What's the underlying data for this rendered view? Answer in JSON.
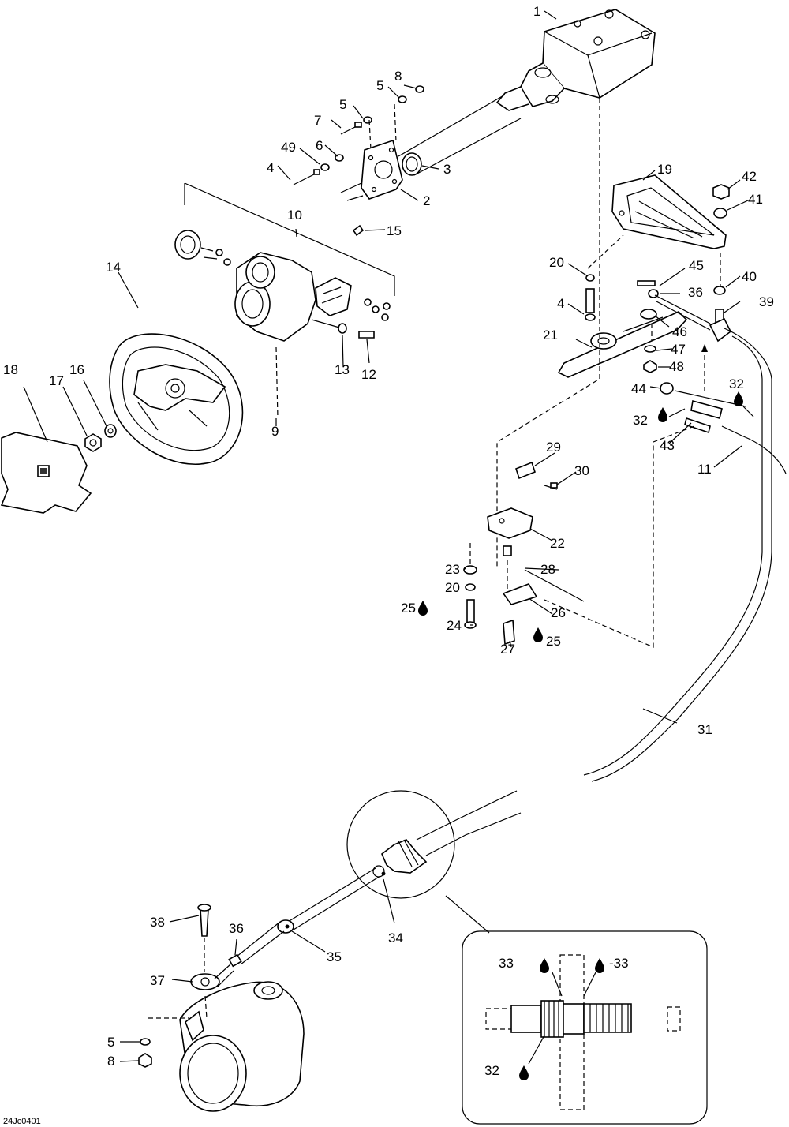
{
  "diagram_code": "24Jc0401",
  "parts": {
    "p1": "1",
    "p2": "2",
    "p3": "3",
    "p4a": "4",
    "p4b": "4",
    "p5a": "5",
    "p5b": "5",
    "p5c": "5",
    "p6": "6",
    "p7": "7",
    "p8a": "8",
    "p8b": "8",
    "p9": "9",
    "p10": "10",
    "p11": "11",
    "p12": "12",
    "p13": "13",
    "p14": "14",
    "p15": "15",
    "p16": "16",
    "p17": "17",
    "p18": "18",
    "p19": "19",
    "p20a": "20",
    "p20b": "20",
    "p21": "21",
    "p22": "22",
    "p23": "23",
    "p24": "24",
    "p25a": "25",
    "p25b": "25",
    "p26": "26",
    "p27": "27",
    "p28": "28",
    "p29": "29",
    "p30": "30",
    "p31": "31",
    "p32a": "32",
    "p32b": "32",
    "p32c": "32",
    "p33a": "33",
    "p33b": "-33",
    "p34": "34",
    "p35": "35",
    "p36a": "36",
    "p36b": "36",
    "p37": "37",
    "p38": "38",
    "p39": "39",
    "p40": "40",
    "p41": "41",
    "p42": "42",
    "p43": "43",
    "p44": "44",
    "p45": "45",
    "p46": "46",
    "p47": "47",
    "p48": "48",
    "p49": "49"
  }
}
